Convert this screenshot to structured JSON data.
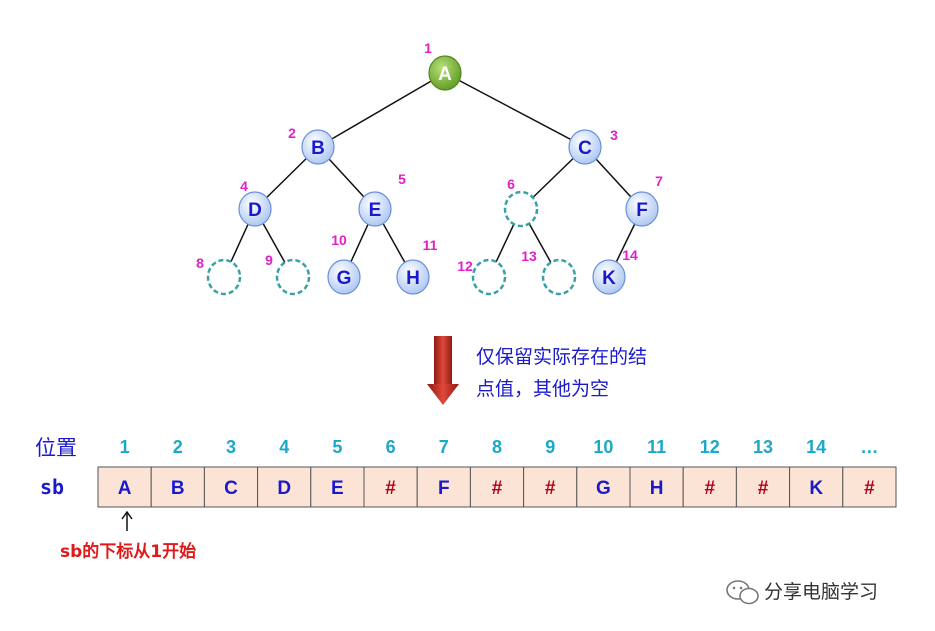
{
  "tree": {
    "nodes": [
      {
        "index": "1",
        "label": "A",
        "empty": false,
        "root": true
      },
      {
        "index": "2",
        "label": "B",
        "empty": false
      },
      {
        "index": "3",
        "label": "C",
        "empty": false
      },
      {
        "index": "4",
        "label": "D",
        "empty": false
      },
      {
        "index": "5",
        "label": "E",
        "empty": false
      },
      {
        "index": "6",
        "label": "",
        "empty": true
      },
      {
        "index": "7",
        "label": "F",
        "empty": false
      },
      {
        "index": "8",
        "label": "",
        "empty": true
      },
      {
        "index": "9",
        "label": "",
        "empty": true
      },
      {
        "index": "10",
        "label": "G",
        "empty": false
      },
      {
        "index": "11",
        "label": "H",
        "empty": false
      },
      {
        "index": "12",
        "label": "",
        "empty": true
      },
      {
        "index": "13",
        "label": "",
        "empty": true
      },
      {
        "index": "14",
        "label": "K",
        "empty": false
      }
    ]
  },
  "arrow_text": {
    "line1": "仅保留实际存在的结",
    "line2": "点值，其他为空"
  },
  "array": {
    "header_label": "位置",
    "row_label": "sb",
    "positions": [
      "1",
      "2",
      "3",
      "4",
      "5",
      "6",
      "7",
      "8",
      "9",
      "10",
      "11",
      "12",
      "13",
      "14",
      "…"
    ],
    "values": [
      "A",
      "B",
      "C",
      "D",
      "E",
      "#",
      "F",
      "#",
      "#",
      "G",
      "H",
      "#",
      "#",
      "K",
      "#"
    ],
    "note": "sb的下标从1开始"
  },
  "watermark": "分享电脑学习",
  "colors": {
    "node_fill": "#bcd2f5",
    "node_stroke": "#6a8fd8",
    "root_fill": "#7fb83a",
    "empty_stroke": "#3aa0a8",
    "edge": "#111111",
    "index_label": "#e020c8",
    "cell_fill": "#fbe4d5",
    "value_text": "#1a1acc",
    "hash_text": "#b3001b",
    "arrow": "#c0392b"
  }
}
